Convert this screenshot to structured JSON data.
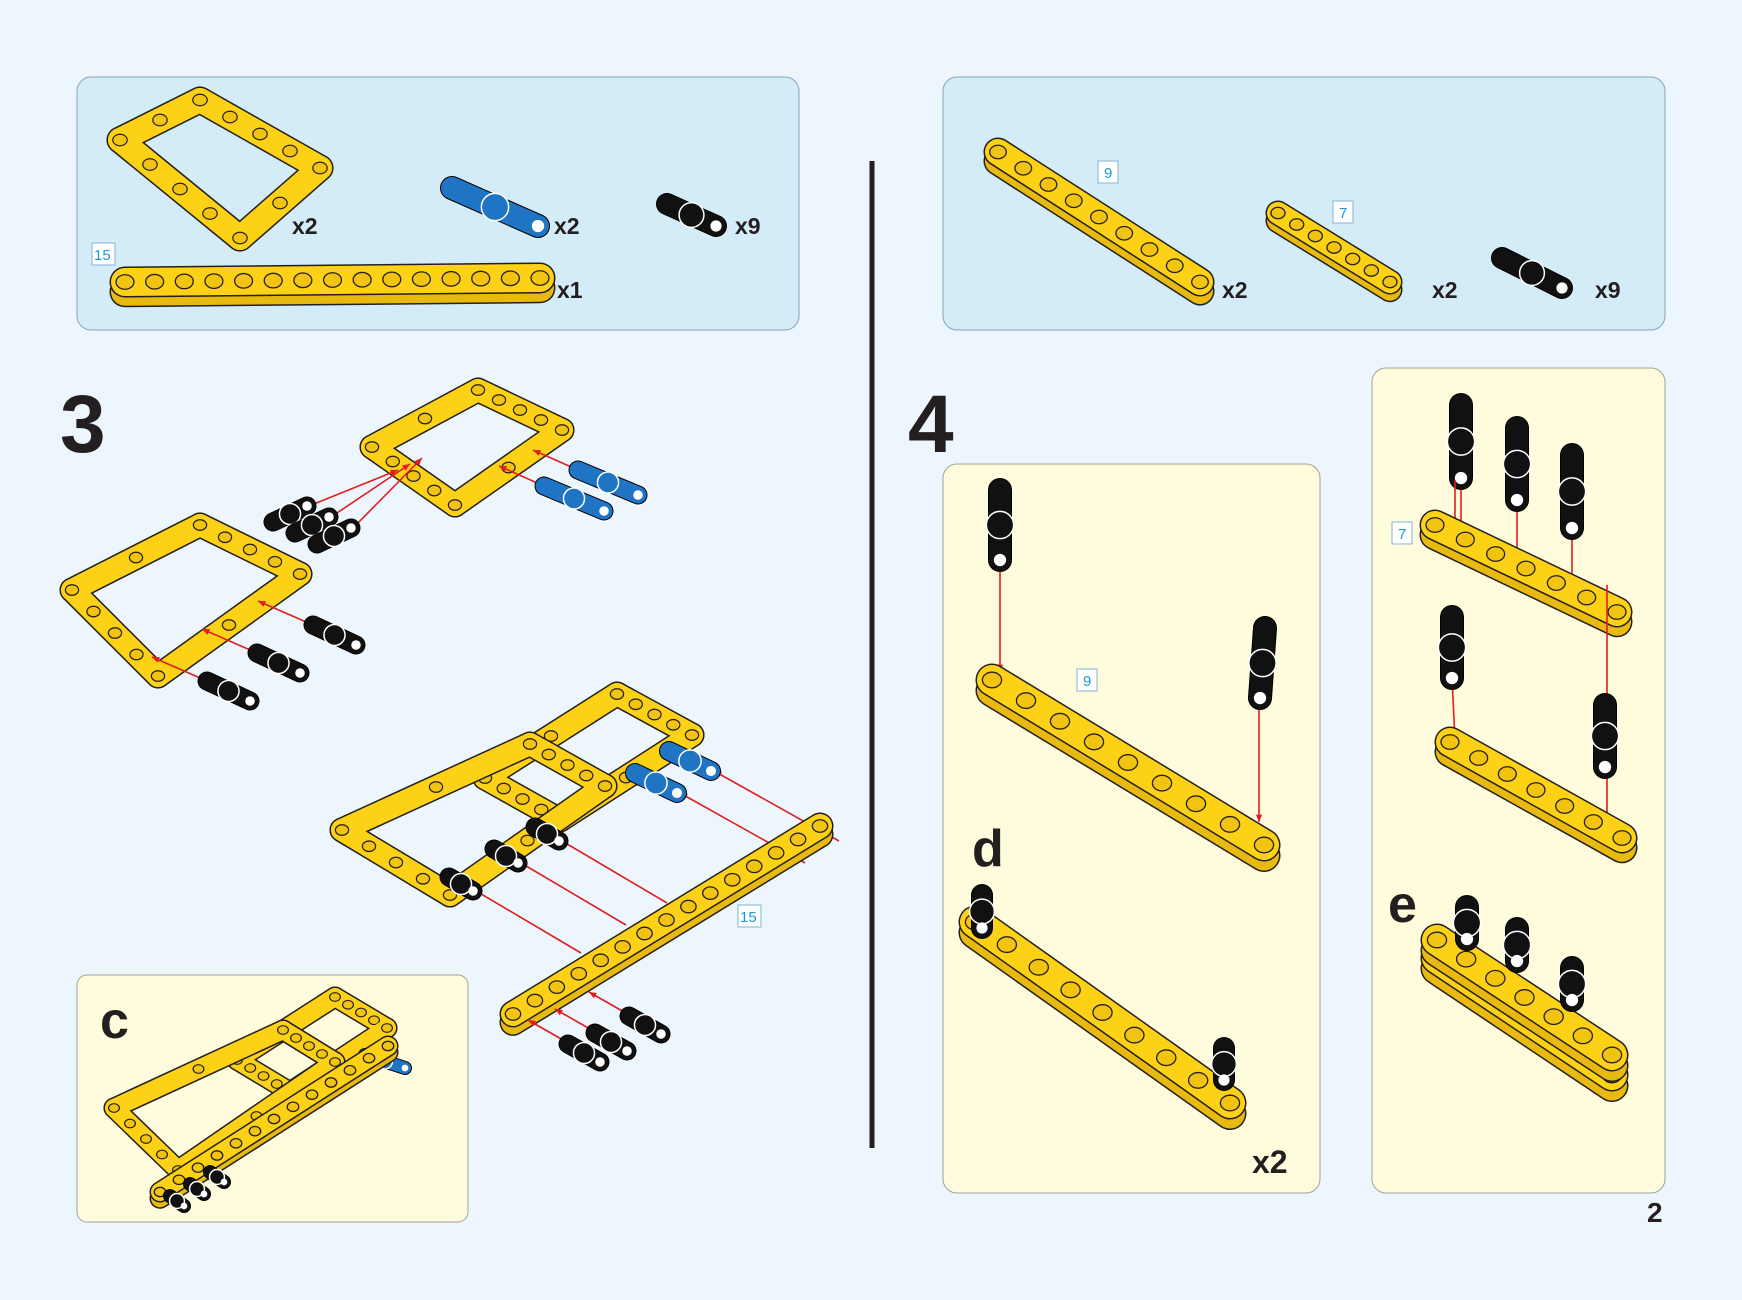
{
  "colors": {
    "background": "#eef6fd",
    "parts_panel": "#d4ebf8",
    "callout_panel": "#fffbdd",
    "beam_yellow": "#fcd116",
    "pin_blue": "#1f74c4",
    "pin_black": "#111111",
    "arrow_red": "#e01e1e",
    "tag_blue": "#1a9ad6"
  },
  "step3": {
    "number": "3",
    "parts": {
      "frame_qty": "x2",
      "blue_pin_qty": "x2",
      "black_pin_qty": "x9",
      "beam_length_tag": "15",
      "beam_qty": "x1"
    },
    "assembly_beam_tag": "15",
    "callout_label": "c"
  },
  "step4": {
    "number": "4",
    "parts": {
      "beam9_tag": "9",
      "beam9_qty": "x2",
      "beam7_tag": "7",
      "beam7_qty": "x2",
      "black_pin_qty": "x9"
    },
    "callout_d": {
      "label": "d",
      "beam_tag": "9",
      "repeat": "x2"
    },
    "callout_e": {
      "label": "e",
      "beam_tag": "7"
    }
  },
  "page_number": "2"
}
